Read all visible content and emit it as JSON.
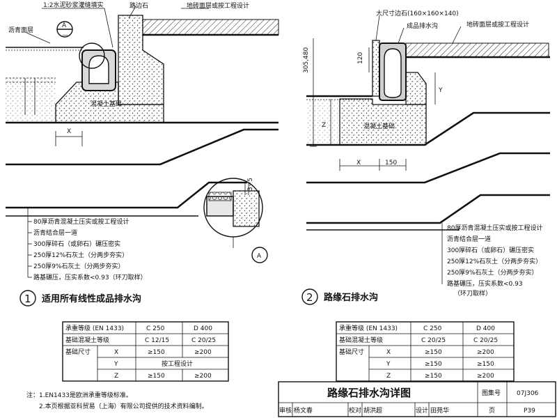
{
  "detail1": {
    "labels": {
      "mortar": "1:2水泥砂浆灌缝填实",
      "curb": "路边石",
      "tile": "地砖面层或按工程设计",
      "asphalt": "沥青面层",
      "concrete": "混凝土基础",
      "dim_x": "X",
      "section_mark": "A",
      "section_sub": "—",
      "gap": "3~5",
      "detail_callout": "A"
    },
    "layers": [
      "80厚沥青混凝土压实或按工程设计",
      "沥青结合层一道",
      "300厚碎石（或卵石）碾压密实",
      "250厚12%石灰土（分两步夯实）",
      "250厚9%石灰土（分两步夯实）",
      "路基碾压，压实系数<0.93（环刀取样）"
    ],
    "number": "1",
    "title": "适用所有线性成品排水沟"
  },
  "detail2": {
    "labels": {
      "big_curb": "大尺寸边石(160×160×140)",
      "drain": "成品排水沟",
      "tile": "地砖面层或按工程设计",
      "dim_305": "305,480",
      "dim_120": "120",
      "dim_y": "Y",
      "dim_z": "Z",
      "dim_x": "X",
      "dim_150": "150",
      "concrete": "混凝土基础"
    },
    "layers": [
      "80厚沥青混凝土压实或按工程设计",
      "沥青结合层一道",
      "300厚碎石（或卵石）碾压密实",
      "250厚12%石灰土（分两步夯实）",
      "250厚9%石灰土（分两步夯实）",
      "路基碾压，压实系数<0.93",
      "（环刀取样）"
    ],
    "number": "2",
    "title": "路缘石排水沟"
  },
  "table1": {
    "rows": [
      [
        "承重等级   (EN 1433)",
        "",
        "C 250",
        "D 400"
      ],
      [
        "基础混凝土等级",
        "",
        "C 12/15",
        "C 20/25"
      ],
      [
        "基础尺寸",
        "X",
        "≥150",
        "≥200"
      ],
      [
        "",
        "Y",
        "按工程设计",
        ""
      ],
      [
        "",
        "Z",
        "≥150",
        "≥200"
      ]
    ]
  },
  "table2": {
    "rows": [
      [
        "承重等级   (EN 1433)",
        "",
        "C 250",
        "D 400"
      ],
      [
        "基础混凝土等级",
        "",
        "C 20/25",
        "C 20/25"
      ],
      [
        "基础尺寸",
        "X",
        "≥150",
        "≥200"
      ],
      [
        "",
        "Y",
        "≥150",
        "≥150"
      ],
      [
        "",
        "Z",
        "≥150",
        "≥200"
      ]
    ]
  },
  "notes": [
    "注：1.EN1433是欧洲承重等级标准。",
    "2.本页根据亚科贸易（上海）有限公司提供的技术资料编制。"
  ],
  "titleblock": {
    "drawing_title": "路缘石排水沟详图",
    "atlas_label": "图集号",
    "atlas_no": "07J306",
    "review": "审核",
    "reviewer": "杨文春",
    "check": "校对",
    "checker": "胡洪超",
    "design": "设计",
    "designer": "田苑华",
    "page_label": "页",
    "page_no": "P39"
  }
}
